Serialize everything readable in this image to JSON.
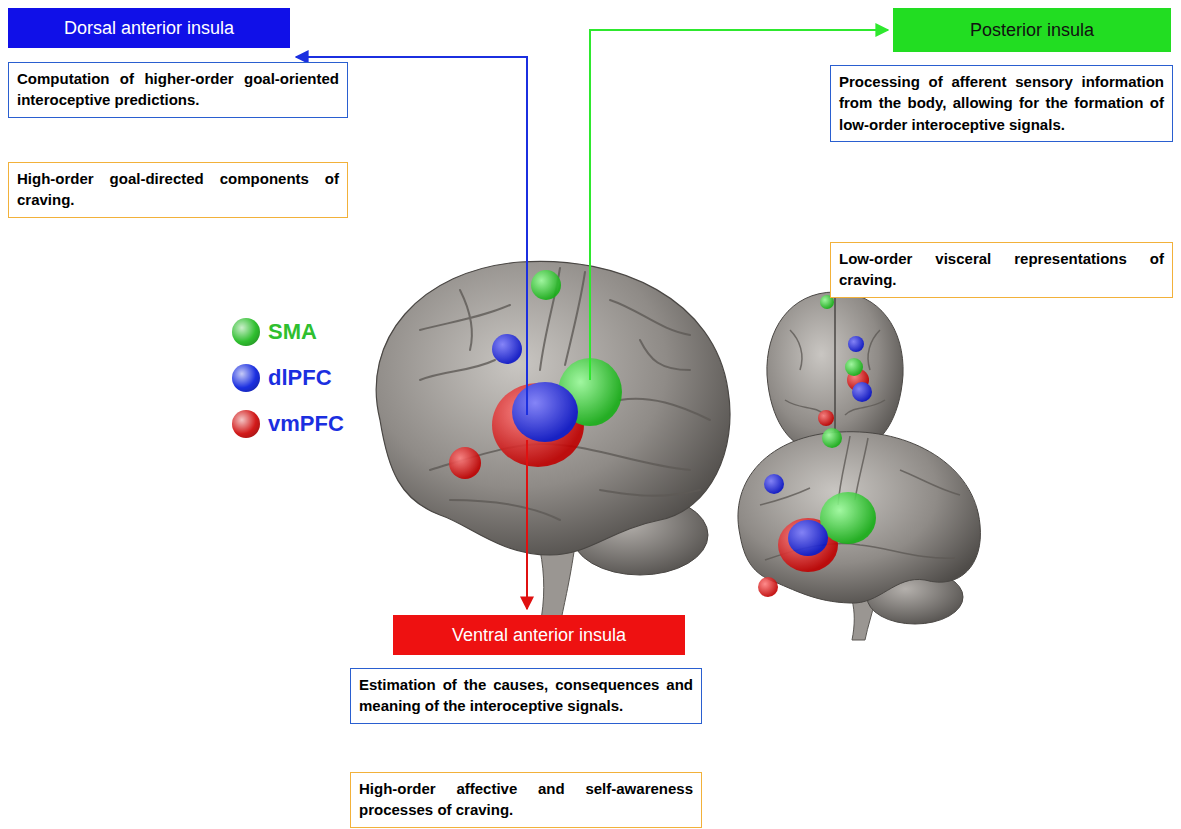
{
  "diagram": {
    "nodes": [
      {
        "text": [
          "Dorsal anterior insula"
        ]
      },
      {
        "text": [
          "Computation of higher-order goal-oriented interoceptive predictions."
        ]
      },
      {
        "text": [
          "High-order goal-directed components of craving."
        ]
      },
      {
        "text": [
          "Posterior insula"
        ]
      },
      {
        "text": [
          "Processing of afferent sensory information from the body, allowing for the formation of low-order interoceptive signals."
        ]
      },
      {
        "text": [
          "Low-order visceral representations of craving."
        ]
      },
      {
        "text": [
          "Ventral anterior insula"
        ]
      },
      {
        "text": [
          "Estimation of the causes, consequences and meaning of the interoceptive signals."
        ]
      },
      {
        "text": [
          "High-order affective and self-awareness processes of craving."
        ]
      }
    ],
    "legend": [
      {
        "text": "SMA",
        "color": "#2fbf2f"
      },
      {
        "text": "dlPFC",
        "color": "#1b2fe0"
      },
      {
        "text": "vmPFC",
        "color": "#d21a1a"
      }
    ]
  }
}
